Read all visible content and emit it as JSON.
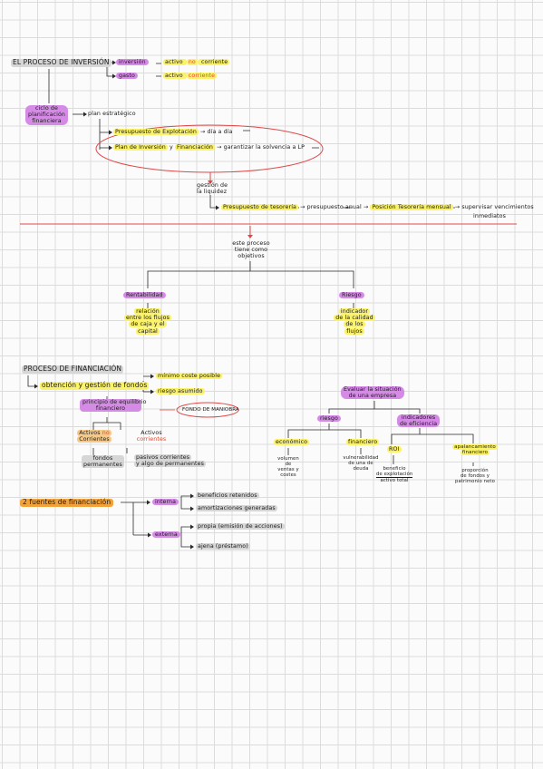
{
  "section1": {
    "title": "EL PROCESO DE INVERSIÓN",
    "inversion": "inversión",
    "activo_no_corriente_1": "activo ",
    "activo_no_corriente_2": "no",
    "activo_no_corriente_3": " corriente",
    "gasto": "gasto",
    "activo_corriente_1": "activo ",
    "activo_corriente_2": "corriente",
    "ciclo_1": "ciclo de",
    "ciclo_2": "planificación",
    "ciclo_3": "financiera",
    "plan_estrategico": "plan estratégico",
    "presupuesto_explotacion": "Presupuesto de Explotación",
    "dia_a_dia": "día a día",
    "plan_inversion": "Plan de Inversión",
    "y": "y",
    "financiacion": "Financiación",
    "garantizar": "garantizar  la solvencia a LP",
    "gestion_1": "gestión de",
    "gestion_2": "la liquidez",
    "presupuesto_tesoreria": "Presupuesto de tesorería",
    "presupuesto_anual": "presupuesto anual",
    "posicion_tesoreria": "Posición Tesorería mensual",
    "supervisar_1": "supervisar  vencimientos",
    "supervisar_2": "inmediatos"
  },
  "objectives": {
    "intro_1": "este proceso",
    "intro_2": "tiene  como",
    "intro_3": "objetivos",
    "rentabilidad": "Rentabilidad",
    "rent_1": "relación",
    "rent_2": "entre los flujos",
    "rent_3": "de caja y el",
    "rent_4": "capital",
    "riesgo": "Riesgo",
    "riesgo_1": "indicador",
    "riesgo_2": "de la calidad",
    "riesgo_3": "de los",
    "riesgo_4": "flujos"
  },
  "section2": {
    "title": "PROCESO DE FINANCIACIÓN",
    "obtencion": "obtención  y  gestión de fondos",
    "minimo_coste": "mínimo coste posible",
    "riesgo_asumido": "riesgo asumido",
    "principio_1": "principio de equilibrio",
    "principio_2": "financiero",
    "fondo_maniobra": "FONDO DE MANIOBRA",
    "activos_nc_1": "Activos ",
    "activos_nc_2": "no",
    "activos_nc_3": "Corrientes",
    "activos_c_1": "Activos",
    "activos_c_2": "corrientes",
    "fondos_perm_1": "fondos",
    "fondos_perm_2": "permanentes",
    "pasivos_1": "pasivos corrientes",
    "pasivos_2": "y  algo de permanentes"
  },
  "evaluar": {
    "title_1": "Evaluar la situación",
    "title_2": "de una empresa",
    "riesgo": "riesgo",
    "indicadores_1": "indicadores",
    "indicadores_2": "de eficiencia",
    "economico": "económico",
    "eco_1": "volumen",
    "eco_2": "de",
    "eco_3": "ventas y",
    "eco_4": "costes",
    "financiero": "financiero",
    "fin_1": "vulnerabilidad",
    "fin_2": "de una de",
    "fin_3": "deuda",
    "roi": "ROI",
    "roi_1": "beneficio",
    "roi_2": "de explotación",
    "roi_3": "activo total",
    "apalancamiento_1": "apalancamiento",
    "apalancamiento_2": "financiero",
    "apal_1": "proporción",
    "apal_2": "de fondos y",
    "apal_3": "patrimonio neto"
  },
  "section3": {
    "title": "2 fuentes de financiación",
    "interna": "interna",
    "beneficios": "beneficios retenidos",
    "amortizaciones": "amortizaciones generadas",
    "externa": "externa",
    "propia": "propia  (emisión de acciones)",
    "ajena": "ajena  (préstamo)"
  },
  "colors": {
    "pink": "#d58be6",
    "yellow": "#fbf26c",
    "grey": "#d6d6d6",
    "red": "#e04848",
    "orange": "#f2a23a"
  }
}
